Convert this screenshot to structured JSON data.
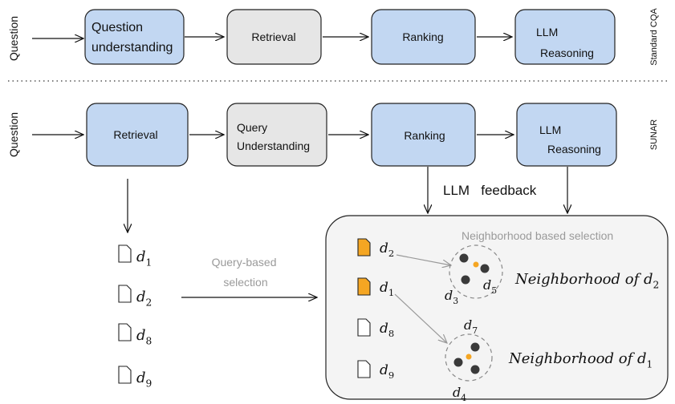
{
  "colors": {
    "blue_box": "#c2d7f2",
    "gray_box": "#e6e6e6",
    "doc_highlight": "#f5a623",
    "node_dark": "#3a3a3a",
    "node_center": "#f5a623",
    "gray_text": "#9a9a9a"
  },
  "standard": {
    "side_label": "Standard CQA",
    "input_label": "Question",
    "steps": [
      "Question\nunderstanding",
      "Retrieval",
      "Ranking",
      "LLM\nReasoning"
    ]
  },
  "sunar": {
    "side_label": "SUNAR",
    "input_label": "Question",
    "steps": [
      "Retrieval",
      "Query\nUnderstanding",
      "Ranking",
      "LLM\nReasoning"
    ],
    "feedback_label": "LLM   feedback"
  },
  "left_docs": [
    {
      "base": "d",
      "sub": "1"
    },
    {
      "base": "d",
      "sub": "2"
    },
    {
      "base": "d",
      "sub": "8"
    },
    {
      "base": "d",
      "sub": "9"
    }
  ],
  "query_based_label": [
    "Query-based",
    "selection"
  ],
  "neighborhood": {
    "title": "Neighborhood based selection",
    "docs": [
      {
        "base": "d",
        "sub": "2",
        "highlighted": true
      },
      {
        "base": "d",
        "sub": "1",
        "highlighted": true
      },
      {
        "base": "d",
        "sub": "8",
        "highlighted": false
      },
      {
        "base": "d",
        "sub": "9",
        "highlighted": false
      }
    ],
    "cluster_labels": [
      {
        "base": "d",
        "sub": "3"
      },
      {
        "base": "d",
        "sub": "5"
      },
      {
        "base": "d",
        "sub": "7"
      },
      {
        "base": "d",
        "sub": "4"
      }
    ],
    "neighborhood_labels": [
      {
        "text": "Neighborhood of ",
        "base": "d",
        "sub": "2"
      },
      {
        "text": "Neighborhood of ",
        "base": "d",
        "sub": "1"
      }
    ]
  }
}
